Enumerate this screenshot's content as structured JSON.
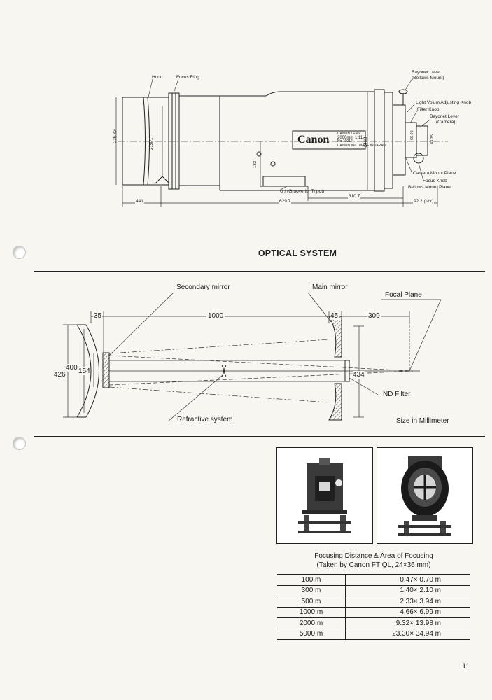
{
  "lens_drawing": {
    "labels": {
      "hood": "Hood",
      "focus_ring": "Focus Ring",
      "bayonet_lever_bellows": "Bayonet Lever",
      "bellows_mount": "(Bellows Mount)",
      "light_volume_knob": "Light Volum Adjusting Knob",
      "filter_knob": "Filter Knob",
      "bayonet_lever_camera": "Bayonet Lever",
      "camera": "(Camera)",
      "camera_mount_plane": "Camera Mount Plane",
      "focus_knob": "Focus Knob",
      "bellows_mount_plane": "Bellows Mount Plane",
      "tripot_groove": "U / (Groove for Tripot)"
    },
    "brand": "Canon",
    "lens_plate": [
      "CANON LENS",
      "2000mm 1:11",
      "No.10012",
      "CANON INC. MADE IN JAPAN"
    ],
    "dims": {
      "d_441": "441",
      "d_629": "629.7",
      "d_310": "310.7",
      "d_92": "92.2 (~hr)",
      "d_226": "226.8Ø",
      "d_215": "215P1",
      "d_133": "133",
      "d_246": "246Ø",
      "d_6695": "66.95",
      "d_4375": "43.75"
    }
  },
  "optical_system": {
    "title": "OPTICAL SYSTEM",
    "labels": {
      "secondary_mirror": "Secondary mirror",
      "main_mirror": "Main mirror",
      "focal_plane": "Focal Plane",
      "refractive_system": "Refractive system",
      "nd_filter": "ND Filter"
    },
    "dims": {
      "d35": "35",
      "d1000": "1000",
      "d45": "45",
      "d309": "309",
      "d426": "426",
      "d400": "400",
      "d154": "154",
      "d434": "434"
    },
    "size_note": "Size in Millimeter"
  },
  "focusing_table": {
    "title_line1": "Focusing Distance & Area of Focusing",
    "title_line2": "(Taken by Canon FT QL, 24×36 mm)",
    "rows": [
      {
        "distance": "100 m",
        "area": "0.47×  0.70 m"
      },
      {
        "distance": "300 m",
        "area": "1.40×  2.10 m"
      },
      {
        "distance": "500 m",
        "area": "2.33×  3.94 m"
      },
      {
        "distance": "1000 m",
        "area": "4.66×  6.99 m"
      },
      {
        "distance": "2000 m",
        "area": "9.32× 13.98 m"
      },
      {
        "distance": "5000 m",
        "area": "23.30× 34.94 m"
      }
    ]
  },
  "page_number": "11"
}
